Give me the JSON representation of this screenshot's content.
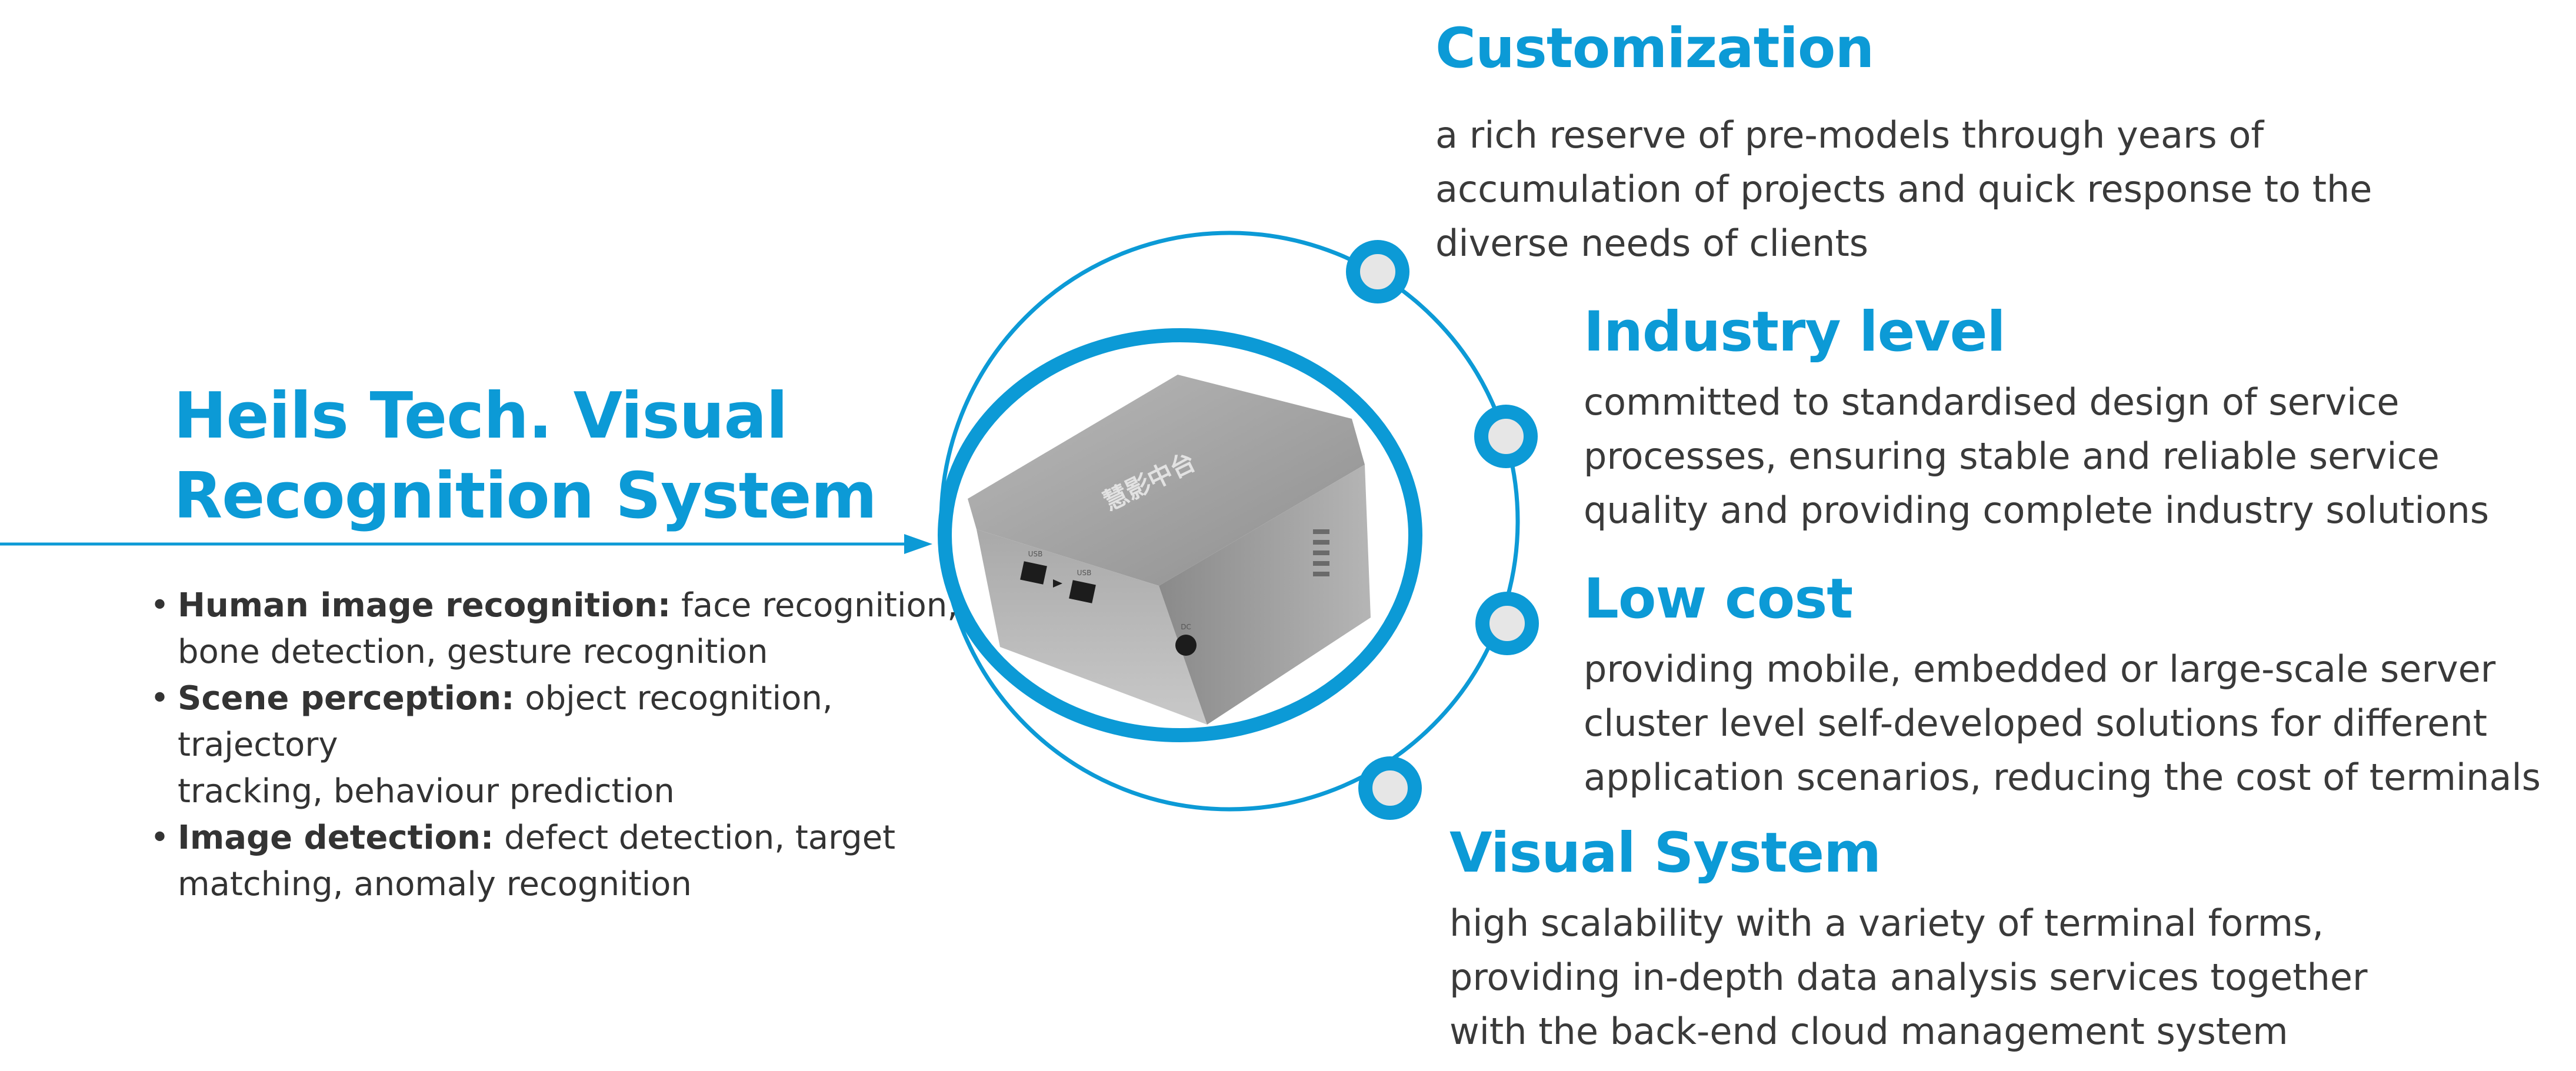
{
  "title_lines": [
    "Heils Tech. Visual",
    "Recognition System"
  ],
  "device": {
    "brand_text": "慧影中台",
    "port_labels": [
      "USB",
      "USB",
      "DC"
    ]
  },
  "capabilities": [
    {
      "label": "Human image recognition:",
      "desc_lines": [
        " face recognition,",
        "bone detection, gesture recognition"
      ]
    },
    {
      "label": "Scene perception:",
      "desc_lines": [
        " object recognition, trajectory",
        "tracking, behaviour prediction"
      ]
    },
    {
      "label": "Image detection:",
      "desc_lines": [
        " defect detection, target",
        "matching, anomaly recognition"
      ]
    }
  ],
  "features": [
    {
      "title": "Customization",
      "lines": [
        "a rich reserve of pre-models through years of",
        "accumulation of projects and quick response to the",
        "diverse needs of clients"
      ]
    },
    {
      "title": "Industry level",
      "lines": [
        "committed to standardised design of service",
        "processes, ensuring stable and reliable service",
        "quality and providing complete industry solutions"
      ]
    },
    {
      "title": "Low cost",
      "lines": [
        "providing mobile, embedded or large-scale server",
        "cluster level self-developed solutions for different",
        "application scenarios, reducing the cost of terminals"
      ]
    },
    {
      "title": "Visual System",
      "lines": [
        "high scalability with a variety of terminal forms,",
        "providing in-depth data analysis services together",
        "with the back-end cloud management system"
      ]
    }
  ],
  "colors": {
    "accent": "#0c9ad6",
    "text": "#333333",
    "node_fill": "#e6e6e6",
    "device_body": "#a3a3a3"
  }
}
